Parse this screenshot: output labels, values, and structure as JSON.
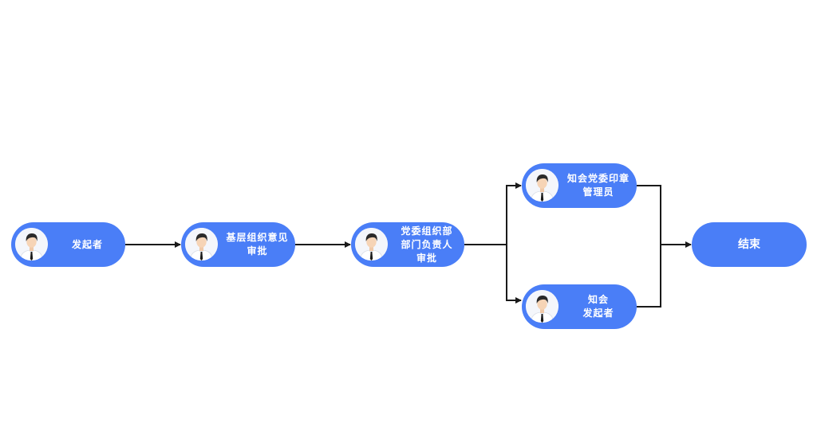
{
  "colors": {
    "node_fill": "#4a7ef7",
    "node_text": "#ffffff",
    "connector": "#1a1a1a"
  },
  "nodes": [
    {
      "id": "initiator",
      "lines": [
        "发起者"
      ],
      "icon": "person-avatar-icon"
    },
    {
      "id": "grassroots-review",
      "lines": [
        "基层组织意见",
        "审批"
      ],
      "icon": "person-avatar-icon"
    },
    {
      "id": "party-dept-head-review",
      "lines": [
        "党委组织部",
        "部门负责人",
        "审批"
      ],
      "icon": "person-avatar-icon"
    },
    {
      "id": "notify-seal-admin",
      "lines": [
        "知会党委印章",
        "管理员"
      ],
      "icon": "person-avatar-icon"
    },
    {
      "id": "notify-initiator",
      "lines": [
        "知会",
        "发起者"
      ],
      "icon": "person-avatar-icon"
    },
    {
      "id": "end",
      "lines": [
        "结束"
      ],
      "icon": null
    }
  ]
}
